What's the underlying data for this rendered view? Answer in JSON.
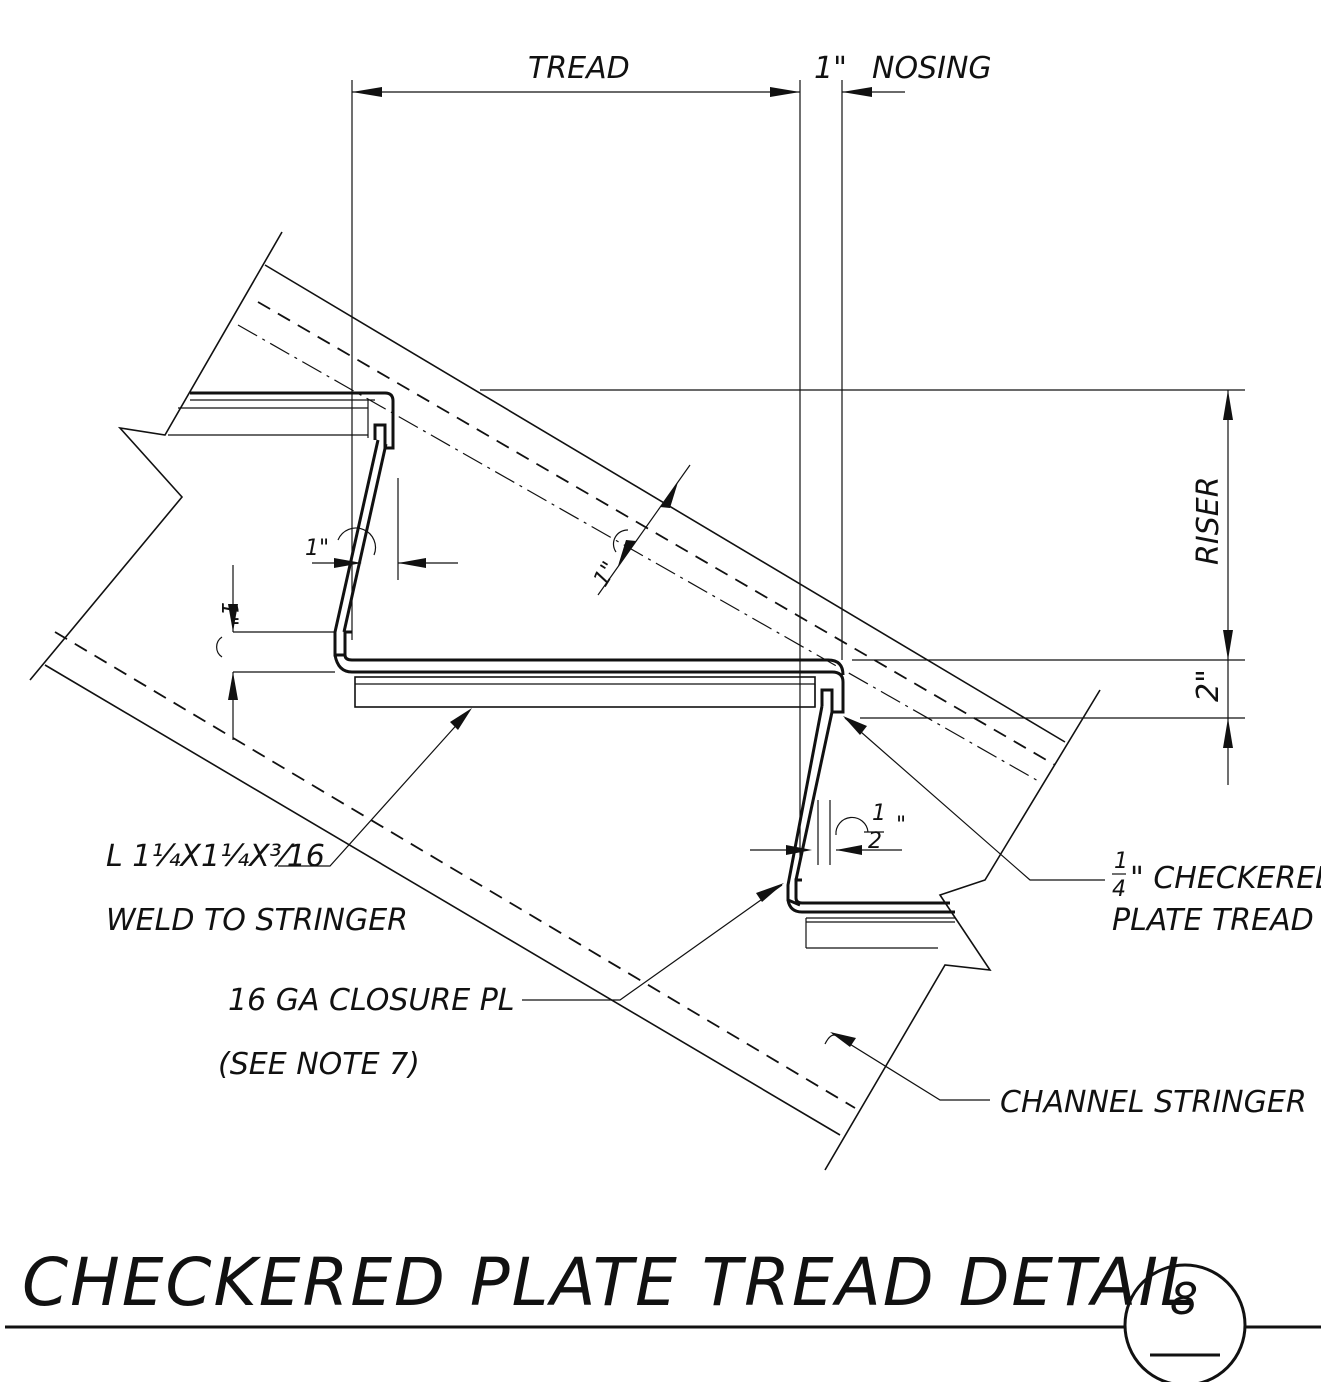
{
  "dimensions": {
    "tread": "TREAD",
    "nosing_value": "1\"",
    "nosing": "NOSING",
    "riser": "RISER",
    "two_inch": "2\"",
    "one_inch_a": "1\"",
    "one_inch_b": "1\"",
    "one_inch_c": "1\"",
    "half_inch_num": "1",
    "half_inch_den": "2",
    "half_inch_mark": "\""
  },
  "callouts": {
    "angle_line1": "L 1¼X1¼X³⁄16",
    "angle_line2": "WELD TO STRINGER",
    "plate_frac_num": "1",
    "plate_frac_den": "4",
    "plate_line1": "\" CHECKERED",
    "plate_line2": "PLATE TREAD",
    "closure_line1": "16 GA CLOSURE PL",
    "closure_line2": "(SEE NOTE 7)",
    "stringer": "CHANNEL STRINGER"
  },
  "title_block": {
    "title": "CHECKERED PLATE TREAD DETAIL",
    "detail_number": "8"
  }
}
